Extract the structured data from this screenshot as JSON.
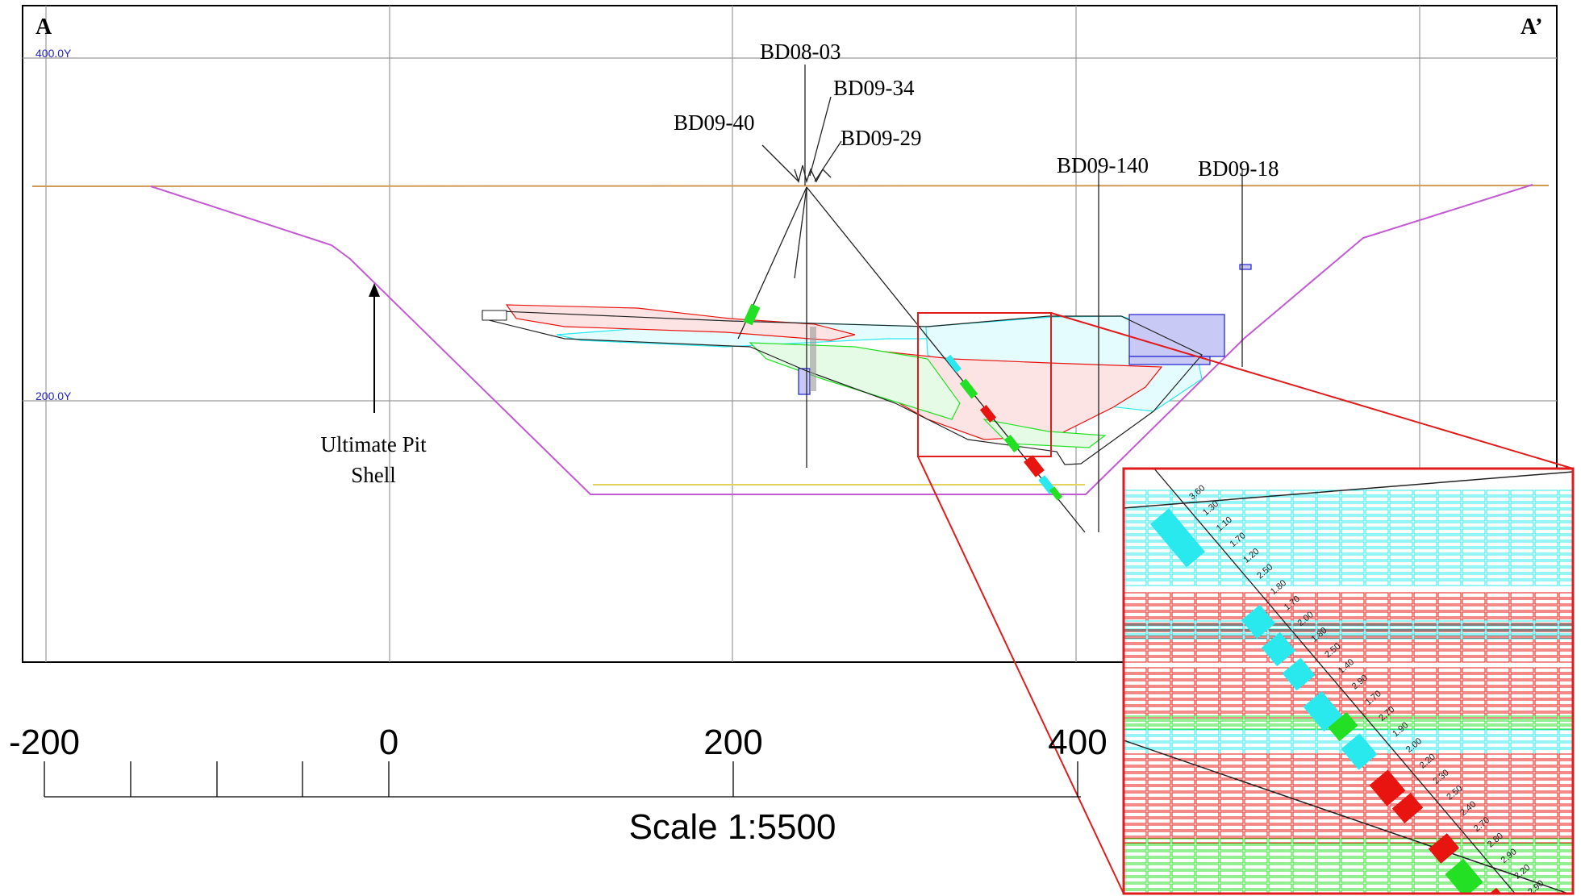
{
  "section": {
    "start_label": "A",
    "end_label": "A’",
    "elevation_labels": [
      "400.0Y",
      "200.0Y"
    ]
  },
  "drillholes": [
    "BD08-03",
    "BD09-34",
    "BD09-40",
    "BD09-29",
    "BD09-140",
    "BD09-18"
  ],
  "pit_annotation": {
    "line1": "Ultimate Pit",
    "line2": "Shell"
  },
  "scale_bar": {
    "tick_labels": [
      "-200",
      "0",
      "200",
      "400"
    ],
    "caption": "Scale 1:5500"
  },
  "inset_intervals": [
    "3.60",
    "1.30",
    "1.10",
    "1.70",
    "1.20",
    "2.50",
    "1.80",
    "1.70",
    "2.00",
    "1.80",
    "2.50",
    "1.40",
    "2.90",
    "1.70",
    "2.70",
    "1.90",
    "2.00",
    "2.20",
    "2.30",
    "2.50",
    "2.40",
    "2.70",
    "2.80",
    "2.90",
    "2.20",
    "2.90"
  ],
  "colors": {
    "cyan_blocks": "#29e8ee",
    "red_blocks": "#e8140f",
    "green_blocks": "#24e024",
    "blue_blocks": "#1f1fd0",
    "pit_shell": "#c25ad2",
    "topography": "#d09a55",
    "zoom_frame": "#e01b1b"
  }
}
